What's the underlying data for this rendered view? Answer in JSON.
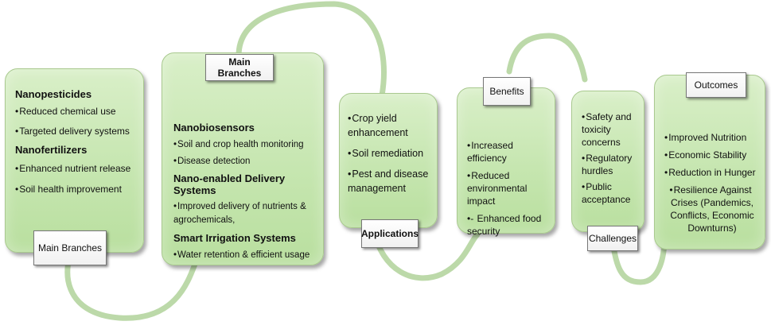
{
  "boxes": {
    "b1": {
      "head1": "Nanopesticides",
      "items1": [
        "Reduced chemical use",
        "Targeted delivery systems"
      ],
      "head2": "Nanofertilizers",
      "items2": [
        "Enhanced nutrient release",
        "Soil health improvement"
      ],
      "label": "Main Branches"
    },
    "b2": {
      "label": "Main Branches",
      "head1": "Nanobiosensors",
      "items1": [
        "Soil and crop health monitoring",
        "Disease detection"
      ],
      "head2": "Nano-enabled Delivery Systems",
      "items2": [
        "Improved delivery of nutrients & agrochemicals,"
      ],
      "head3": "Smart Irrigation Systems",
      "items3": [
        "Water retention & efficient usage"
      ]
    },
    "b3": {
      "items": [
        "Crop yield enhancement",
        "Soil remediation",
        "Pest and disease management"
      ],
      "label": "Applications"
    },
    "b4": {
      "label": "Benefits",
      "items": [
        "Increased efficiency",
        "Reduced environmental impact"
      ],
      "dash_item": "Enhanced food security"
    },
    "b5": {
      "items": [
        "Safety and toxicity concerns",
        "Regulatory hurdles",
        "Public acceptance"
      ],
      "label": "Challenges"
    },
    "b6": {
      "label": "Outcomes",
      "items": [
        "Improved Nutrition",
        "Economic Stability",
        "Reduction in Hunger",
        "Resilience Against Crises (Pandemics, Conflicts, Economic Downturns)"
      ]
    }
  },
  "colors": {
    "box_fill": "#c6e6b0",
    "connector": "#bcd9a9"
  }
}
